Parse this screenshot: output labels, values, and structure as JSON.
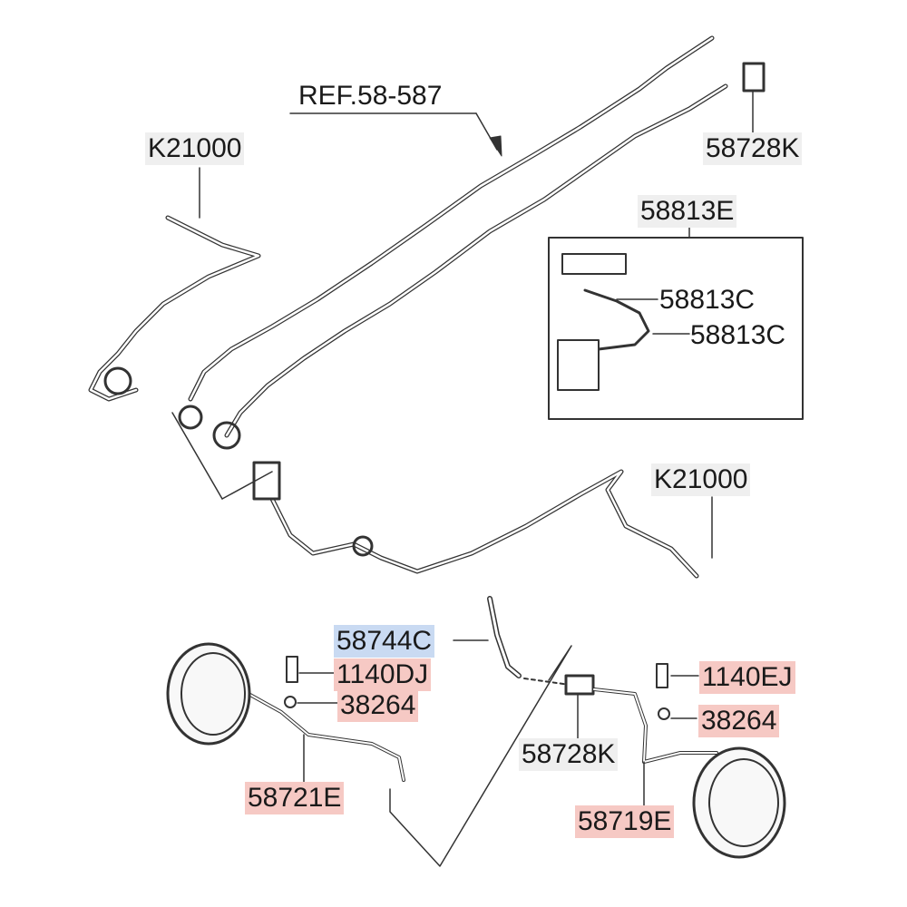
{
  "labels": {
    "ref": "REF.58-587",
    "k21000_top": "K21000",
    "p58728k_top": "58728K",
    "p58813e": "58813E",
    "p58813c_a": "58813C",
    "p58813c_b": "58813C",
    "k21000_mid": "K21000",
    "p58744c": "58744C",
    "p1140dj": "1140DJ",
    "p38264_left": "38264",
    "p1140ej": "1140EJ",
    "p38264_right": "38264",
    "p58728k_bottom": "58728K",
    "p58721e": "58721E",
    "p58719e": "58719E"
  },
  "colors": {
    "highlight_red": "#f6c9c4",
    "highlight_blue": "#c9daf2",
    "label_plain": "#efefef",
    "line": "#333333"
  }
}
